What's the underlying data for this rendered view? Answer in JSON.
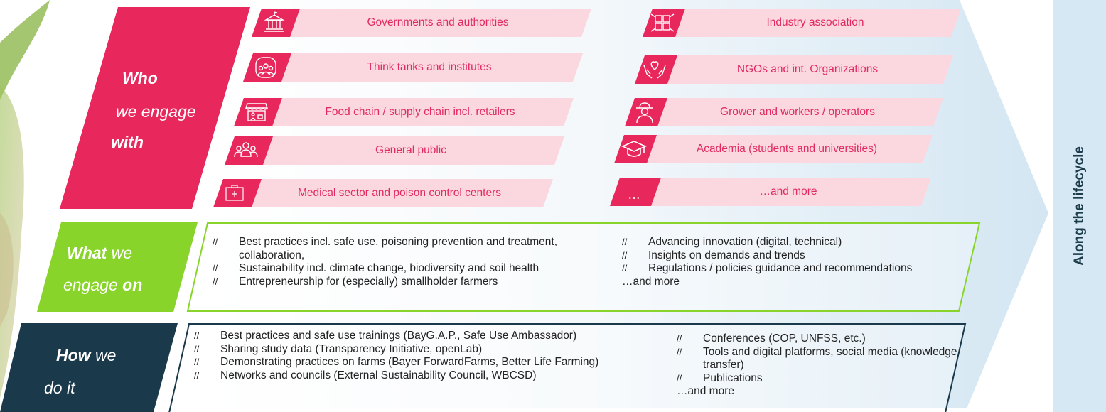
{
  "side_label": "Along the lifecycle",
  "who": {
    "line1": "Who",
    "line2": "we engage",
    "line3": "with",
    "left_items": [
      {
        "label": "Governments and authorities",
        "icon": "government-building-icon"
      },
      {
        "label": "Think tanks and institutes",
        "icon": "group-thinking-icon"
      },
      {
        "label": "Food chain / supply chain incl. retailers",
        "icon": "market-stall-icon"
      },
      {
        "label": "General public",
        "icon": "people-group-icon"
      },
      {
        "label": "Medical sector and poison control centers",
        "icon": "medical-kit-icon"
      }
    ],
    "right_items": [
      {
        "label": "Industry association",
        "icon": "puzzle-hands-icon"
      },
      {
        "label": "NGOs and int. Organizations",
        "icon": "heart-hands-icon"
      },
      {
        "label": "Grower and workers / operators",
        "icon": "farmer-icon"
      },
      {
        "label": "Academia (students and universities)",
        "icon": "graduation-cap-icon"
      },
      {
        "label": "…and more",
        "icon_text": "…"
      }
    ]
  },
  "what": {
    "label_part1": "What",
    "label_part2": " we",
    "label_part3": "engage ",
    "label_part4": "on",
    "marker": "//",
    "left_list": [
      "Best practices incl. safe use, poisoning prevention and treatment, collaboration,",
      "Sustainability incl. climate change, biodiversity and soil health",
      "Entrepreneurship for (especially) smallholder farmers"
    ],
    "right_list": [
      "Advancing innovation (digital, technical)",
      "Insights on demands and trends",
      "Regulations / policies guidance and recommendations"
    ],
    "more": "…and more"
  },
  "how": {
    "label_part1": "How",
    "label_part2": " we",
    "label_part3": "do it",
    "marker": "//",
    "left_list": [
      "Best practices and safe use trainings (BayG.A.P., Safe Use Ambassador)",
      "Sharing study data (Transparency Initiative, openLab)",
      "Demonstrating practices on farms (Bayer ForwardFarms, Better Life Farming)",
      "Networks and councils (External Sustainability Council, WBCSD)"
    ],
    "right_list": [
      "Conferences (COP, UNFSS, etc.)",
      "Tools and digital platforms, social media (knowledge transfer)",
      "Publications"
    ],
    "more": "…and more"
  },
  "colors": {
    "pink": "#e8285c",
    "pink_light": "#fbd7df",
    "pink_text": "#e22a5f",
    "green": "#89d42a",
    "navy": "#1a3a4b",
    "arrow_start": "#ffffff",
    "arrow_end": "#d8e9f4"
  }
}
